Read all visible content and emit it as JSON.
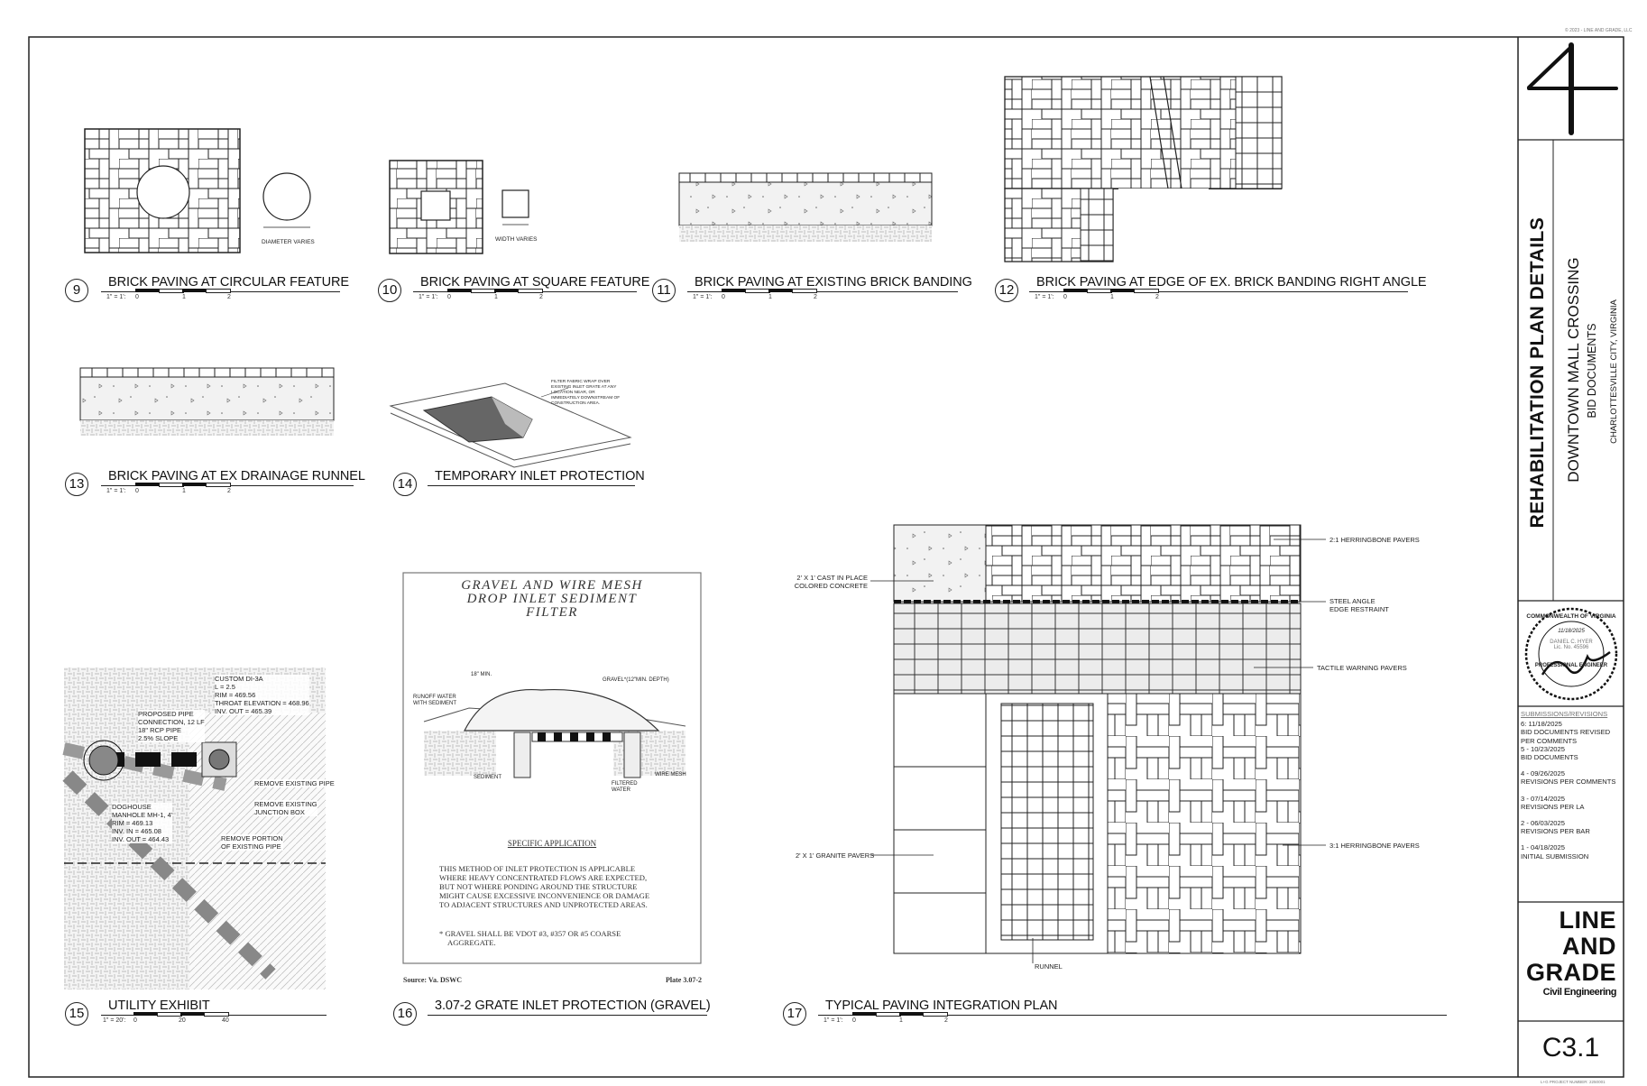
{
  "copyright": "© 2023 - LINE AND GRADE, LLC",
  "project_number": "L+G PROJECT NUMBER: 2250001",
  "title_block": {
    "sheet_title": "REHABILITATION PLAN DETAILS",
    "project_name": "DOWNTOWN MALL CROSSING",
    "phase": "BID DOCUMENTS",
    "location": "CHARLOTTESVILLE CITY, VIRGINIA",
    "seal": {
      "top": "COMMONWEALTH OF VIRGINIA",
      "date": "11/18/2025",
      "name": "DANIEL C. HYER",
      "lic": "Lic. No. 45596",
      "bottom": "PROFESSIONAL ENGINEER"
    },
    "revisions_header": "SUBMISSIONS/REVISIONS",
    "revisions": [
      {
        "id": "6: 11/18/2025",
        "desc": "BID DOCUMENTS REVISED PER COMMENTS"
      },
      {
        "id": "5 - 10/23/2025",
        "desc": "BID DOCUMENTS"
      },
      {
        "id": "4 - 09/26/2025",
        "desc": "REVISIONS PER COMMENTS"
      },
      {
        "id": "3 - 07/14/2025",
        "desc": "REVISIONS PER LA"
      },
      {
        "id": "2 - 06/03/2025",
        "desc": "REVISIONS PER BAR"
      },
      {
        "id": "1 - 04/18/2025",
        "desc": "INITIAL SUBMISSION"
      }
    ],
    "logo": {
      "line1": "LINE",
      "line2": "AND",
      "line3": "GRADE",
      "tagline": "Civil Engineering"
    },
    "sheet_number": "C3.1"
  },
  "details": [
    {
      "num": "9",
      "title": "BRICK PAVING AT CIRCULAR FEATURE",
      "scale": "1\" = 1':",
      "ticks": [
        "0",
        "1",
        "2"
      ],
      "note": "DIAMETER VARIES"
    },
    {
      "num": "10",
      "title": "BRICK PAVING AT SQUARE FEATURE",
      "scale": "1\" = 1':",
      "ticks": [
        "0",
        "1",
        "2"
      ],
      "note": "WIDTH VARIES"
    },
    {
      "num": "11",
      "title": "BRICK PAVING AT EXISTING BRICK BANDING",
      "scale": "1\" = 1':",
      "ticks": [
        "0",
        "1",
        "2"
      ]
    },
    {
      "num": "12",
      "title": "BRICK PAVING AT EDGE OF EX. BRICK BANDING RIGHT ANGLE",
      "scale": "1\" = 1':",
      "ticks": [
        "0",
        "1",
        "2"
      ]
    },
    {
      "num": "13",
      "title": "BRICK PAVING AT EX DRAINAGE RUNNEL",
      "scale": "1\" = 1':",
      "ticks": [
        "0",
        "1",
        "2"
      ]
    },
    {
      "num": "14",
      "title": "TEMPORARY INLET PROTECTION",
      "note": "FILTER FABRIC WRAP OVER EXISTING INLET GRATE AT ANY LOCATION NEAR, OR IMMEDIATELY DOWNSTREAM OF CONSTRUCTION AREA."
    },
    {
      "num": "15",
      "title": "UTILITY EXHIBIT",
      "scale": "1\" = 20':",
      "ticks": [
        "0",
        "20",
        "40"
      ]
    },
    {
      "num": "16",
      "title": "3.07-2 GRATE INLET PROTECTION (GRAVEL)"
    },
    {
      "num": "17",
      "title": "TYPICAL PAVING INTEGRATION PLAN",
      "scale": "1\" = 1':",
      "ticks": [
        "0",
        "1",
        "2"
      ]
    }
  ],
  "utility_exhibit": {
    "di3a": [
      "CUSTOM DI-3A",
      "L = 2.5",
      "RIM = 469.56",
      "THROAT ELEVATION = 468.96",
      "INV.    OUT = 465.39"
    ],
    "pipe": [
      "PROPOSED PIPE",
      "CONNECTION, 12 LF",
      "18\" RCP PIPE",
      "2.5% SLOPE"
    ],
    "manhole": [
      "DOGHOUSE",
      "MANHOLE MH-1, 4'",
      "RIM = 469.13",
      "INV. IN = 465.08",
      "INV. OUT = 464.43"
    ],
    "remove_pipe": "REMOVE EXISTING PIPE",
    "remove_box": [
      "REMOVE EXISTING",
      "JUNCTION BOX"
    ],
    "remove_portion": [
      "REMOVE PORTION",
      "OF EXISTING PIPE"
    ]
  },
  "inlet_filter": {
    "title": [
      "GRAVEL AND WIRE MESH",
      "DROP INLET SEDIMENT",
      "FILTER"
    ],
    "min": "18\" MIN.",
    "gravel": "GRAVEL*(12\"MIN. DEPTH)",
    "runoff": [
      "RUNOFF WATER",
      "WITH SEDIMENT"
    ],
    "sediment": "SEDIMENT",
    "filtered": [
      "FILTERED",
      "WATER"
    ],
    "mesh": "WIRE MESH",
    "app_heading": "SPECIFIC APPLICATION",
    "app_text": [
      "THIS METHOD OF INLET PROTECTION IS APPLICABLE",
      "WHERE HEAVY CONCENTRATED FLOWS ARE EXPECTED,",
      "BUT NOT WHERE PONDING AROUND THE STRUCTURE",
      "MIGHT CAUSE EXCESSIVE INCONVENIENCE OR DAMAGE",
      "TO ADJACENT STRUCTURES AND UNPROTECTED AREAS."
    ],
    "footnote": [
      "* GRAVEL SHALL BE VDOT #3, #357 OR #5 COARSE",
      "AGGREGATE."
    ],
    "source": "Source:  Va. DSWC",
    "plate": "Plate 3.07-2"
  },
  "paving_plan": {
    "herring21": "2:1 HERRINGBONE PAVERS",
    "steel": [
      "STEEL ANGLE",
      "EDGE RESTRAINT"
    ],
    "tactile": "TACTILE WARNING PAVERS",
    "herring31": "3:1 HERRINGBONE PAVERS",
    "concrete": [
      "2' X 1' CAST IN PLACE",
      "COLORED CONCRETE"
    ],
    "granite": "2' X 1' GRANITE PAVERS",
    "runnel": "RUNNEL"
  }
}
